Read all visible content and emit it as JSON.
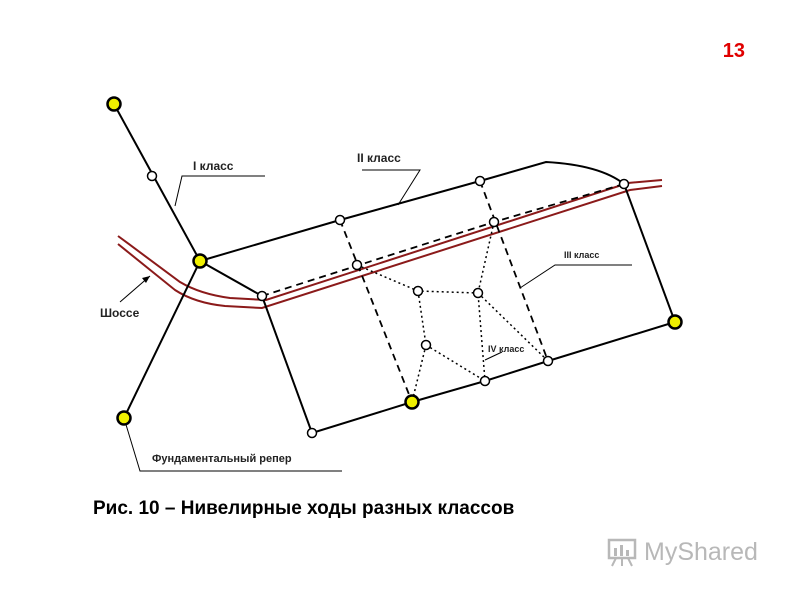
{
  "page_number": "13",
  "caption": "Рис. 10 – Нивелирные ходы разных классов",
  "labels": {
    "class1": "I класс",
    "class2": "II класс",
    "class3": "III класс",
    "class4": "IV класс",
    "highway": "Шоссе",
    "benchmark": "Фундаментальный репер"
  },
  "watermark": "MyShared",
  "colors": {
    "road": "#8b1a1a",
    "benchmark_fill": "#f0f000",
    "page_number": "#e00000",
    "lines": "#000000"
  }
}
